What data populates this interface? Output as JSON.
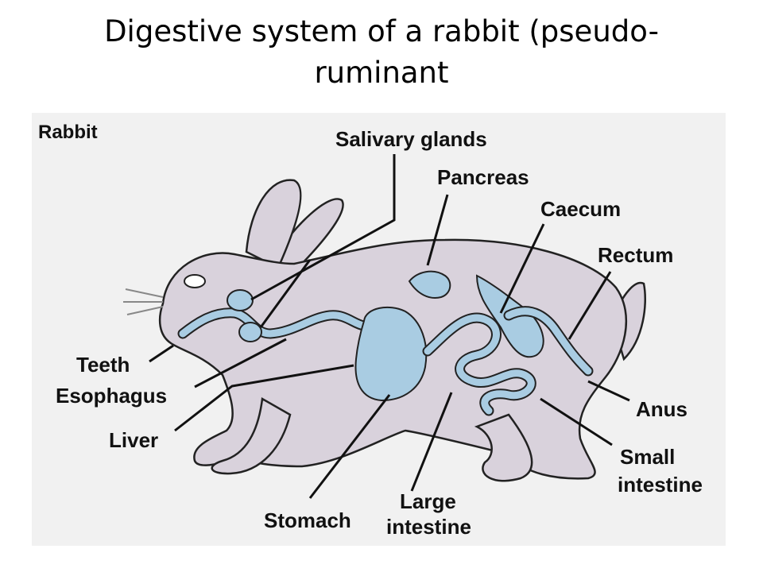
{
  "title": "Digestive system of a rabbit (pseudo-ruminant",
  "figure": {
    "title": "Rabbit",
    "labels": {
      "salivary_glands": "Salivary glands",
      "pancreas": "Pancreas",
      "caecum": "Caecum",
      "rectum": "Rectum",
      "teeth": "Teeth",
      "esophagus": "Esophagus",
      "liver": "Liver",
      "stomach": "Stomach",
      "large_intestine_1": "Large",
      "large_intestine_2": "intestine",
      "anus": "Anus",
      "small_intestine_1": "Small",
      "small_intestine_2": "intestine"
    },
    "colors": {
      "body": "#d9d2dc",
      "organs": "#a9cce2",
      "background": "#f1f1f1"
    }
  }
}
